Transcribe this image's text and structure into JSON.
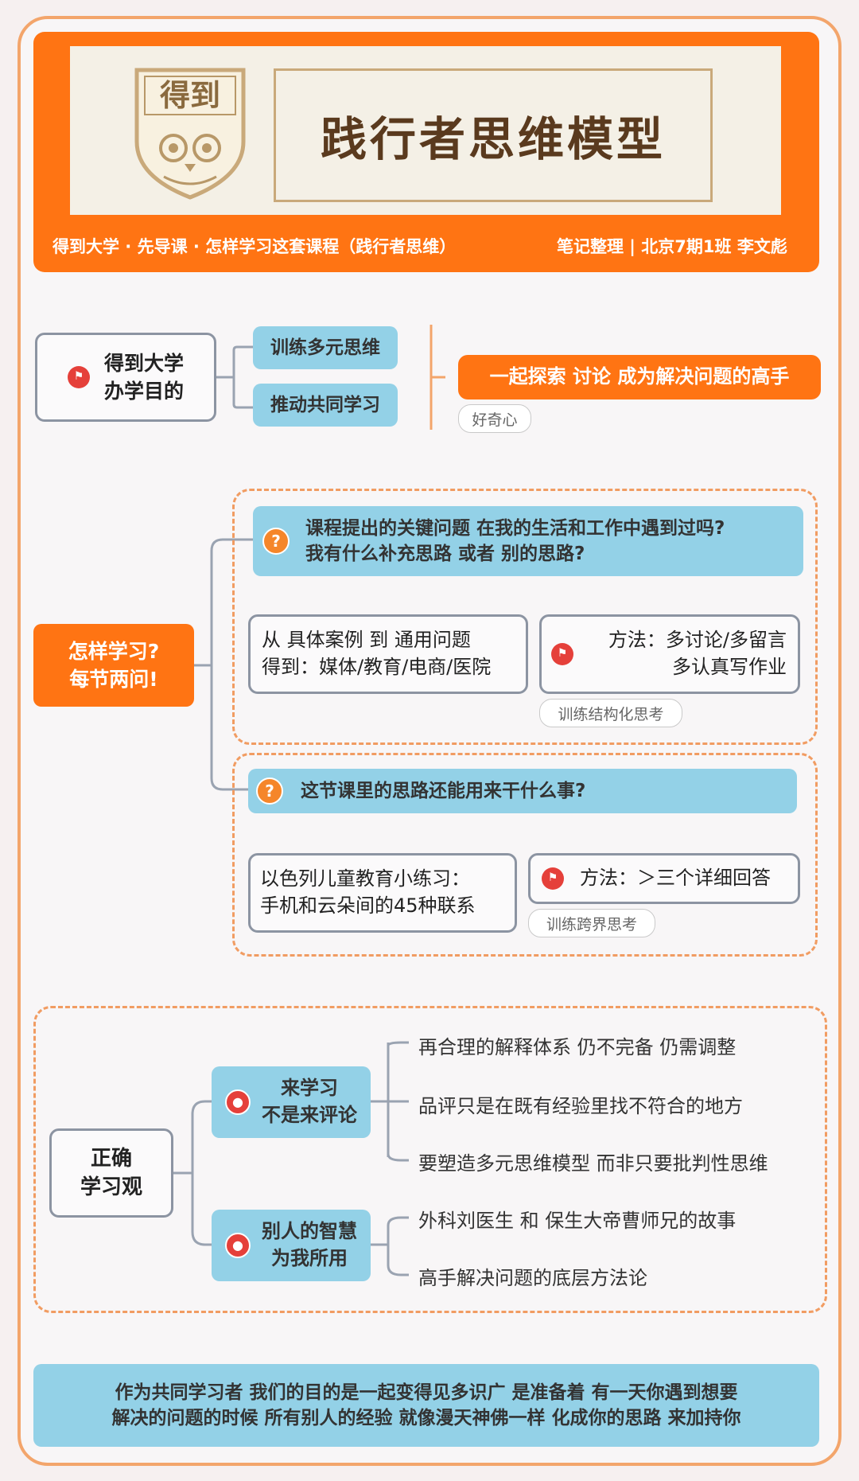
{
  "header": {
    "logo_text": "得到",
    "title": "践行者思维模型",
    "subtitle_left": "得到大学 · 先导课 · 怎样学习这套课程（践行者思维）",
    "subtitle_right": "笔记整理 | 北京7期1班 李文彪"
  },
  "section1": {
    "root_line1": "得到大学",
    "root_line2": "办学目的",
    "branch1": "训练多元思维",
    "branch2": "推动共同学习",
    "goal": "一起探索 讨论 成为解决问题的高手",
    "tag": "好奇心"
  },
  "section2": {
    "root_line1": "怎样学习?",
    "root_line2": "每节两问!",
    "q1_line1": "课程提出的关键问题 在我的生活和工作中遇到过吗?",
    "q1_line2": "我有什么补充思路 或者 别的思路?",
    "case_line1": "从  具体案例  到  通用问题",
    "case_line2": "得到：媒体/教育/电商/医院",
    "method1_line1": "方法：多讨论/多留言",
    "method1_line2": "多认真写作业",
    "tag1": "训练结构化思考",
    "q2": "这节课里的思路还能用来干什么事?",
    "exercise_line1": "以色列儿童教育小练习：",
    "exercise_line2": "手机和云朵间的45种联系",
    "method2": "方法：＞三个详细回答",
    "tag2": "训练跨界思考"
  },
  "section3": {
    "root_line1": "正确",
    "root_line2": "学习观",
    "branch1_line1": "来学习",
    "branch1_line2": "不是来评论",
    "branch2_line1": "别人的智慧",
    "branch2_line2": "为我所用",
    "leaves1": [
      "再合理的解释体系 仍不完备 仍需调整",
      "品评只是在既有经验里找不符合的地方",
      "要塑造多元思维模型 而非只要批判性思维"
    ],
    "leaves2": [
      "外科刘医生 和 保生大帝曹师兄的故事",
      "高手解决问题的底层方法论"
    ]
  },
  "footer": {
    "line1": "作为共同学习者 我们的目的是一起变得见多识广  是准备着 有一天你遇到想要",
    "line2": "解决的问题的时候 所有别人的经验 就像漫天神佛一样 化成你的思路 来加持你"
  },
  "colors": {
    "accent": "#ff7413",
    "blue": "#93d1e7",
    "border": "#f3a56b"
  }
}
